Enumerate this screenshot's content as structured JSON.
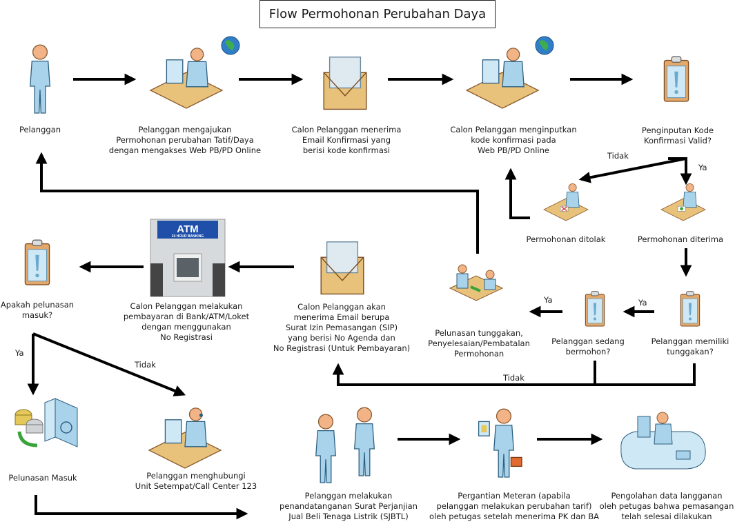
{
  "title": "Flow Permohonan Perubahan Daya",
  "colors": {
    "arrow": "#000000",
    "person_body": "#a9d3ea",
    "person_skin": "#f2b487",
    "desk": "#e8c27a",
    "clipboard": "#e3a86a",
    "check_green": "#3aa33a",
    "reject_red": "#d94b4b",
    "atm_blue": "#1f4fa8"
  },
  "nodes": [
    {
      "id": "pelanggan",
      "icon": "standing-person-icon",
      "lines": [
        "Pelanggan"
      ]
    },
    {
      "id": "mengajukan",
      "icon": "person-at-computer-web-icon",
      "lines": [
        "Pelanggan mengajukan",
        "Permohonan perubahan Tatif/Daya",
        "dengan mengakses Web PB/PD Online"
      ]
    },
    {
      "id": "email-konfirmasi",
      "icon": "envelope-icon",
      "lines": [
        "Calon Pelanggan menerima",
        "Email Konfirmasi yang",
        "berisi kode konfirmasi"
      ]
    },
    {
      "id": "input-kode",
      "icon": "person-at-computer-web-icon",
      "lines": [
        "Calon Pelanggan menginputkan",
        "kode konfirmasi pada",
        "Web PB/PD Online"
      ]
    },
    {
      "id": "kode-valid",
      "icon": "clipboard-exclamation-icon",
      "lines": [
        "Penginputan Kode",
        "Konfirmasi Valid?"
      ]
    },
    {
      "id": "ditolak",
      "icon": "desk-rejected-icon",
      "lines": [
        "Permohonan ditolak"
      ]
    },
    {
      "id": "diterima",
      "icon": "desk-accepted-icon",
      "lines": [
        "Permohonan diterima"
      ]
    },
    {
      "id": "tunggakan",
      "icon": "clipboard-exclamation-icon",
      "lines": [
        "Pelanggan memiliki",
        "tunggakan?"
      ]
    },
    {
      "id": "bermohon",
      "icon": "clipboard-exclamation-icon",
      "lines": [
        "Pelanggan sedang",
        "bermohon?"
      ]
    },
    {
      "id": "pelunasan-tunggakan",
      "icon": "counter-service-icon",
      "lines": [
        "Pelunasan tunggakan,",
        "Penyelesaian/Pembatalan",
        "Permohonan"
      ]
    },
    {
      "id": "email-sip",
      "icon": "envelope-icon",
      "lines": [
        "Calon Pelanggan akan",
        "menerima Email berupa",
        "Surat Izin Pemasangan (SIP)",
        "yang berisi No Agenda dan",
        "No Registrasi (Untuk Pembayaran)"
      ]
    },
    {
      "id": "pembayaran",
      "icon": "atm-icon",
      "lines": [
        "Calon Pelanggan melakukan",
        "pembayaran di Bank/ATM/Loket",
        "dengan menggunakan",
        "No Registrasi"
      ]
    },
    {
      "id": "pelunasan-masuk-q",
      "icon": "clipboard-exclamation-icon",
      "lines": [
        "Apakah pelunasan",
        "masuk?"
      ]
    },
    {
      "id": "pelunasan-masuk",
      "icon": "coins-safe-icon",
      "lines": [
        "Pelunasan Masuk"
      ]
    },
    {
      "id": "call-center",
      "icon": "call-center-operator-icon",
      "lines": [
        "Pelanggan menghubungi",
        "Unit Setempat/Call Center 123"
      ]
    },
    {
      "id": "sjbtl",
      "icon": "handshake-icon",
      "lines": [
        "Pelanggan melakukan",
        "penandatanganan Surat Perjanjian",
        "Jual Beli Tenaga Listrik (SJBTL)"
      ]
    },
    {
      "id": "ganti-meteran",
      "icon": "technician-briefcase-icon",
      "lines": [
        "Pergantian Meteran (apabila",
        "pelanggan melakukan perubahan tarif)",
        "oleh petugas setelah menerima PK dan BA"
      ]
    },
    {
      "id": "pengolahan-data",
      "icon": "office-workstation-icon",
      "lines": [
        "Pengolahan data langganan",
        "oleh petugas bahwa pemasangan",
        "telah selesai dilakukan"
      ]
    }
  ],
  "edge_labels": {
    "valid_no": "Tidak",
    "valid_yes": "Ya",
    "tunggakan_yes": "Ya",
    "bermohon_yes": "Ya",
    "tunggakan_no": "Tidak",
    "pelunasan_yes": "Ya",
    "pelunasan_no": "Tidak"
  },
  "atm_sign": {
    "main": "ATM",
    "sub": "24 HOUR BANKING"
  }
}
